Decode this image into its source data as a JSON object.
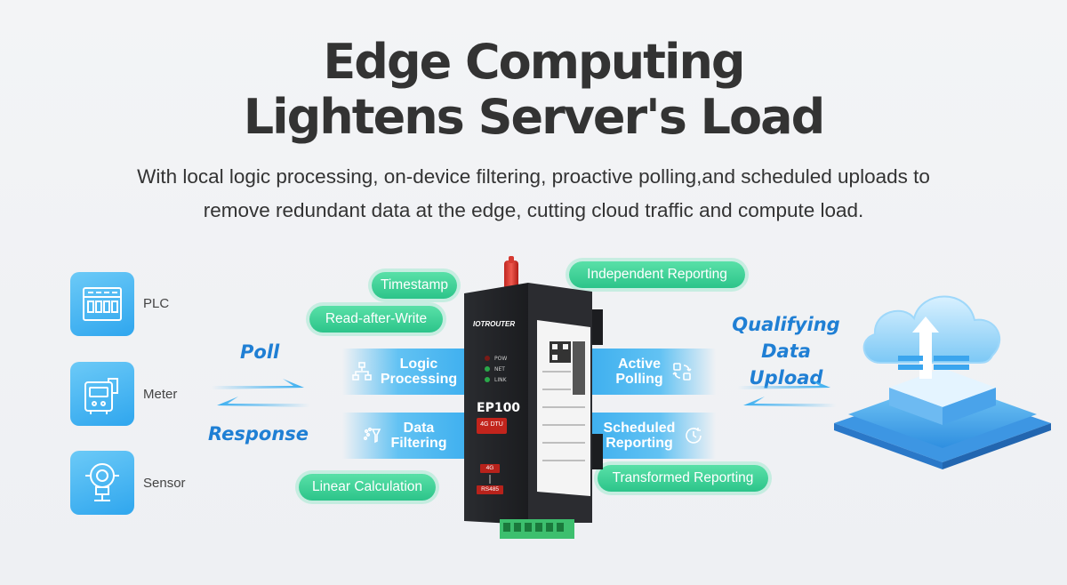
{
  "header": {
    "title_line1": "Edge Computing",
    "title_line2": "Lightens Server's Load",
    "subtitle_line1": "With local logic processing, on-device filtering, proactive polling,and scheduled uploads to",
    "subtitle_line2": "remove redundant data at the edge, cutting cloud traffic and compute load."
  },
  "devices": [
    {
      "label": "PLC",
      "icon": "plc-icon"
    },
    {
      "label": "Meter",
      "icon": "meter-icon"
    },
    {
      "label": "Sensor",
      "icon": "sensor-icon"
    }
  ],
  "flow": {
    "poll": "Poll",
    "response": "Response",
    "upload_line1": "Qualifying Data",
    "upload_line2": "Upload"
  },
  "features": {
    "logic_processing_1": "Logic",
    "logic_processing_2": "Processing",
    "data_filtering_1": "Data",
    "data_filtering_2": "Filtering",
    "active_polling_1": "Active",
    "active_polling_2": "Polling",
    "scheduled_reporting_1": "Scheduled",
    "scheduled_reporting_2": "Reporting"
  },
  "tags": {
    "timestamp": "Timestamp",
    "read_after_write": "Read-after-Write",
    "independent_reporting": "Independent Reporting",
    "linear_calculation": "Linear Calculation",
    "transformed_reporting": "Transformed Reporting"
  },
  "product": {
    "brand": "IOTROUTER",
    "model": "EP100",
    "type": "4G DTU",
    "led_pow": "POW",
    "led_net": "NET",
    "led_link": "LINK",
    "port_4g": "4G",
    "port_rs485": "RS485"
  },
  "colors": {
    "accent_blue": "#1f7fd4",
    "icon_blue": "#3aaef0",
    "tag_green": "#34c98f",
    "title": "#333333"
  }
}
